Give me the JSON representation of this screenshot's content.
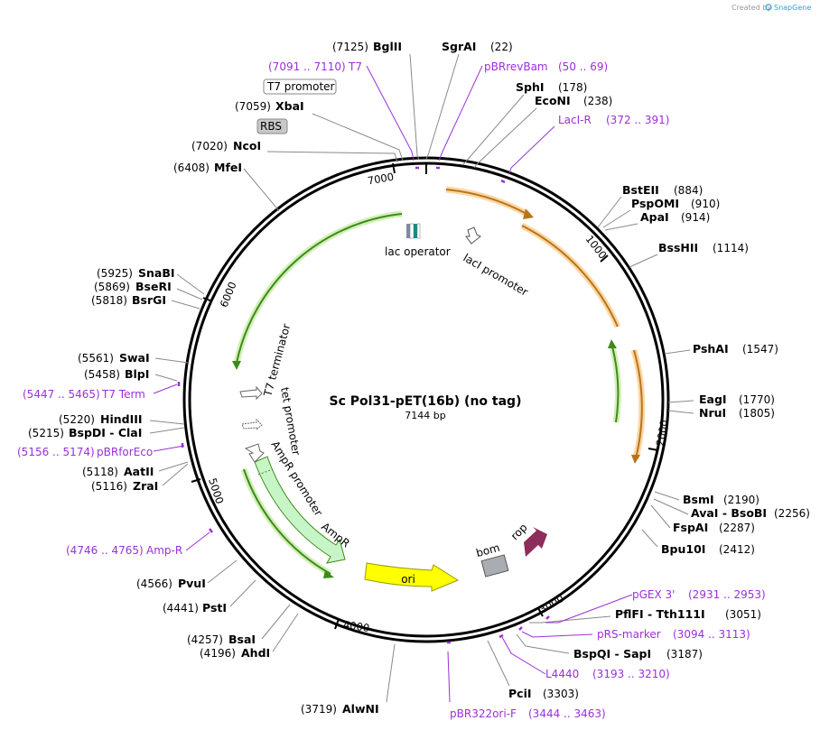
{
  "credit": "Created by",
  "brand": "SnapGene",
  "map": {
    "name": "Sc Pol31-pET(16b) (no tag)",
    "size": "7144 bp",
    "ticks": [
      "1000",
      "2000",
      "3000",
      "4000",
      "5000",
      "6000",
      "7000"
    ]
  },
  "colors": {
    "primer": "#9b30d9",
    "orange": "#f5a623",
    "green": "#7cc243",
    "ori": "#ffff00",
    "ampr": "#c8f5c8",
    "rop": "#8e2c5a",
    "bom": "#a9adb3"
  },
  "sites": [
    {
      "name": "BglII",
      "pos": "(7125)"
    },
    {
      "name": "SgrAI",
      "pos": "(22)"
    },
    {
      "name": "SphI",
      "pos": "(178)"
    },
    {
      "name": "EcoNI",
      "pos": "(238)"
    },
    {
      "name": "XbaI",
      "pos": "(7059)"
    },
    {
      "name": "NcoI",
      "pos": "(7020)"
    },
    {
      "name": "MfeI",
      "pos": "(6408)"
    },
    {
      "name": "BstEII",
      "pos": "(884)"
    },
    {
      "name": "PspOMI",
      "pos": "(910)"
    },
    {
      "name": "ApaI",
      "pos": "(914)"
    },
    {
      "name": "BssHII",
      "pos": "(1114)"
    },
    {
      "name": "SnaBI",
      "pos": "(5925)"
    },
    {
      "name": "BseRI",
      "pos": "(5869)"
    },
    {
      "name": "BsrGI",
      "pos": "(5818)"
    },
    {
      "name": "PshAI",
      "pos": "(1547)"
    },
    {
      "name": "SwaI",
      "pos": "(5561)"
    },
    {
      "name": "BlpI",
      "pos": "(5458)"
    },
    {
      "name": "EagI",
      "pos": "(1770)"
    },
    {
      "name": "NruI",
      "pos": "(1805)"
    },
    {
      "name": "HindIII",
      "pos": "(5220)"
    },
    {
      "name": "BspDI - ClaI",
      "pos": "(5215)"
    },
    {
      "name": "AatII",
      "pos": "(5118)"
    },
    {
      "name": "ZraI",
      "pos": "(5116)"
    },
    {
      "name": "BsmI",
      "pos": "(2190)"
    },
    {
      "name": "AvaI - BsoBI",
      "pos": "(2256)"
    },
    {
      "name": "FspAI",
      "pos": "(2287)"
    },
    {
      "name": "Bpu10I",
      "pos": "(2412)"
    },
    {
      "name": "PvuI",
      "pos": "(4566)"
    },
    {
      "name": "PstI",
      "pos": "(4441)"
    },
    {
      "name": "PflFI - Tth111I",
      "pos": "(3051)"
    },
    {
      "name": "BsaI",
      "pos": "(4257)"
    },
    {
      "name": "AhdI",
      "pos": "(4196)"
    },
    {
      "name": "BspQI - SapI",
      "pos": "(3187)"
    },
    {
      "name": "PciI",
      "pos": "(3303)"
    },
    {
      "name": "AlwNI",
      "pos": "(3719)"
    }
  ],
  "primers": [
    {
      "name": "T7",
      "pos": "(7091 .. 7110)"
    },
    {
      "name": "pBRrevBam",
      "pos": "(50 .. 69)"
    },
    {
      "name": "LacI-R",
      "pos": "(372 .. 391)"
    },
    {
      "name": "T7 Term",
      "pos": "(5447 .. 5465)"
    },
    {
      "name": "pBRforEco",
      "pos": "(5156 .. 5174)"
    },
    {
      "name": "Amp-R",
      "pos": "(4746 .. 4765)"
    },
    {
      "name": "pGEX 3'",
      "pos": "(2931 .. 2953)"
    },
    {
      "name": "pRS-marker",
      "pos": "(3094 .. 3113)"
    },
    {
      "name": "L4440",
      "pos": "(3193 .. 3210)"
    },
    {
      "name": "pBR322ori-F",
      "pos": "(3444 .. 3463)"
    }
  ],
  "boxes": {
    "t7_promoter": "T7 promoter",
    "rbs": "RBS"
  },
  "features": {
    "lac_operator": "lac operator",
    "laci_promoter": "lacI promoter",
    "t7_terminator": "T7 terminator",
    "tet_promoter": "tet promoter",
    "ampr_promoter": "AmpR promoter",
    "ampr": "AmpR",
    "ori": "ori",
    "bom": "bom",
    "rop": "rop"
  }
}
